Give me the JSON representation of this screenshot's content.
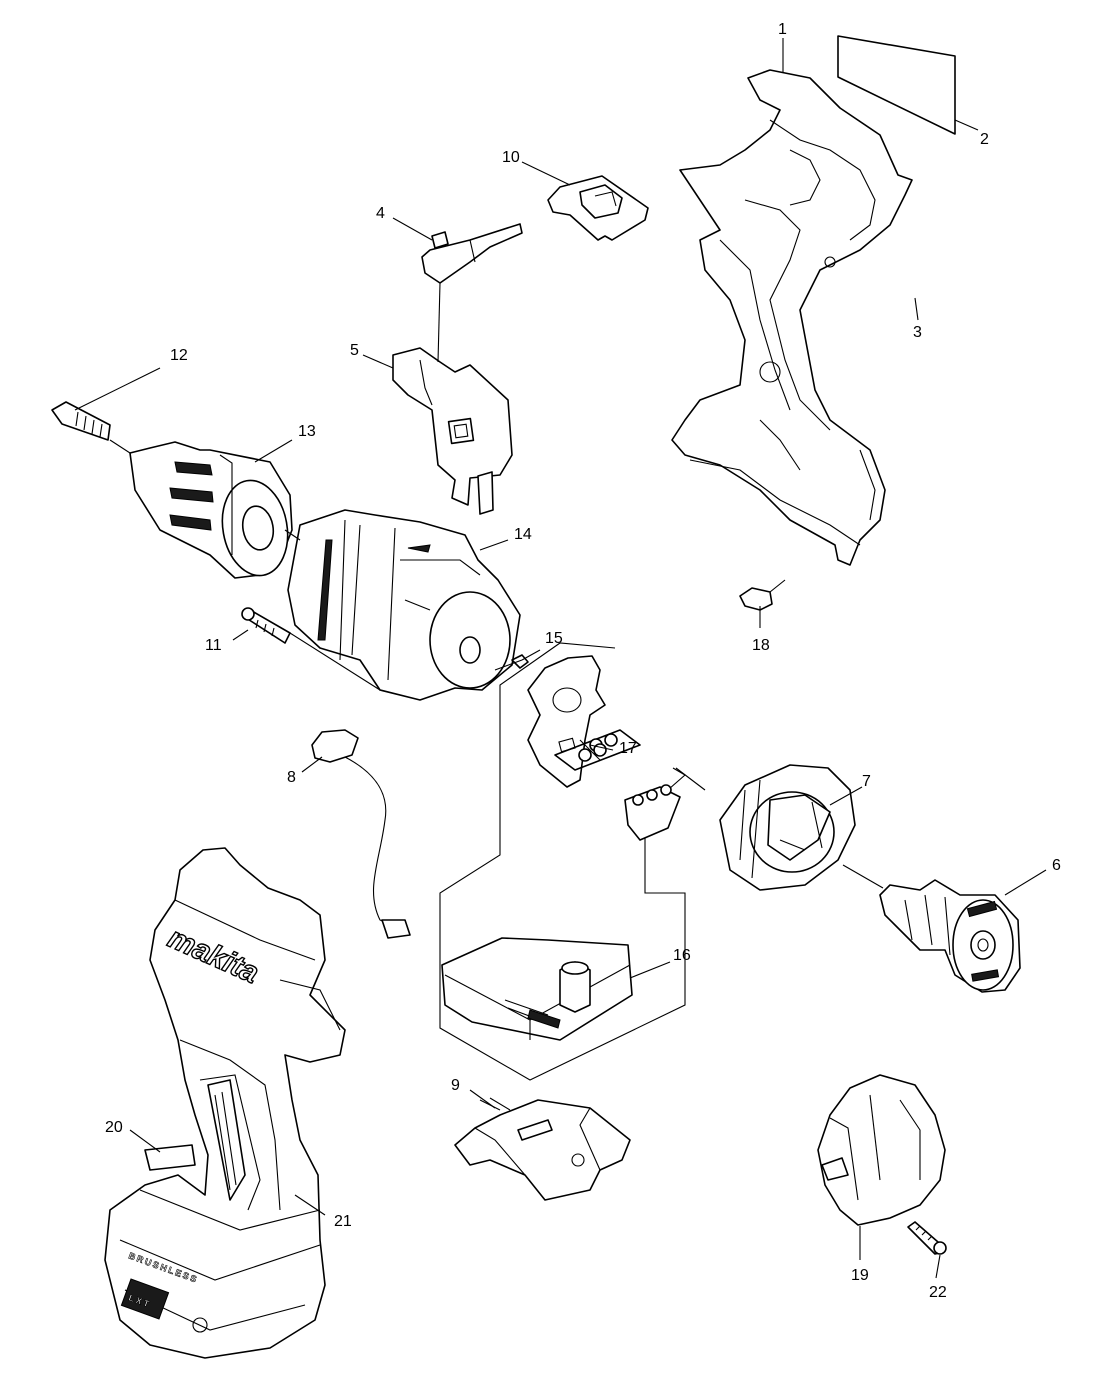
{
  "callouts": {
    "c1": "1",
    "c2": "2",
    "c3": "3",
    "c4": "4",
    "c5": "5",
    "c6": "6",
    "c7": "7",
    "c8": "8",
    "c9": "9",
    "c10": "10",
    "c11": "11",
    "c12": "12",
    "c13": "13",
    "c14": "14",
    "c15": "15",
    "c16": "16",
    "c17": "17",
    "c18": "18",
    "c19": "19",
    "c20": "20",
    "c21": "21",
    "c22": "22"
  },
  "housing_text": {
    "brand": "makita",
    "series": "LXT",
    "motor_type": "BRUSHLESS"
  }
}
